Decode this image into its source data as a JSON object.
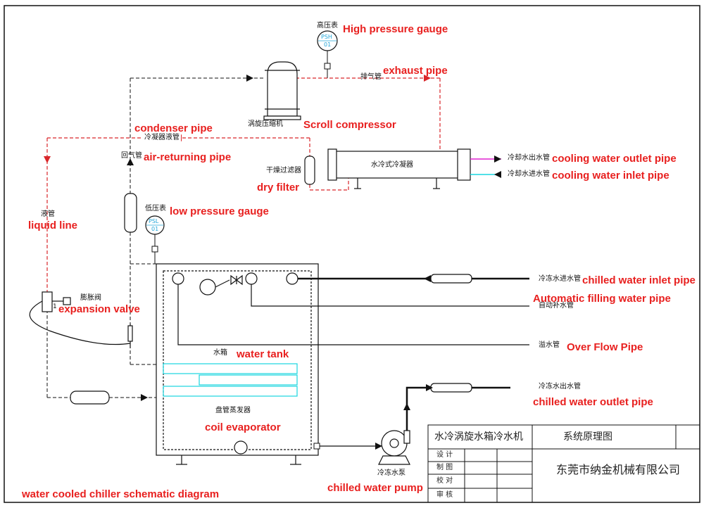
{
  "colors": {
    "annotation": "#e8201f",
    "refrigerant_line": "#d9262a",
    "water_line": "#111111",
    "cooling_outlet": "#e020d0",
    "cooling_inlet": "#19d6e0",
    "gauge_text": "#24a6d8"
  },
  "labels": {
    "high_pressure_gauge": "High pressure gauge",
    "exhaust_pipe": "exhaust pipe",
    "scroll_compressor": "Scroll compressor",
    "condenser_pipe": "condenser  pipe",
    "air_returning_pipe": "air-returning pipe",
    "cooling_water_outlet_pipe": "cooling water outlet pipe",
    "cooling_water_inlet_pipe": "cooling water inlet pipe",
    "dry_filter": "dry filter",
    "low_pressure_gauge": "low pressure gauge",
    "liquid_line": "liquid line",
    "expansion_valve": "expansion valve",
    "chilled_water_inlet_pipe": "chilled water inlet pipe",
    "automatic_filling_water_pipe": "Automatic filling water pipe",
    "over_flow_pipe": "Over Flow Pipe",
    "water_tank": "water tank",
    "chilled_water_outlet_pipe": "chilled water outlet pipe",
    "coil_evaporator": "coil evaporator",
    "chilled_water_pump": "chilled water pump",
    "diagram_caption": "water cooled chiller schematic diagram"
  },
  "cn_labels": {
    "high_pressure_gauge": "高压表",
    "exhaust_pipe": "排气管",
    "scroll_compressor": "涡旋压缩机",
    "condenser_liquid_pipe": "冷凝器液管",
    "air_return_pipe": "回气管",
    "water_cooled_condenser": "水冷式冷凝器",
    "cooling_water_outlet": "冷却水出水管",
    "cooling_water_inlet": "冷却水进水管",
    "dry_filter": "干燥过滤器",
    "low_pressure_gauge": "低压表",
    "liquid_pipe": "液管",
    "expansion_valve": "膨胀阀",
    "chilled_water_inlet": "冷冻水进水管",
    "auto_fill_water": "自动补水管",
    "overflow": "溢水管",
    "water_tank": "水箱",
    "coil_evaporator": "盘管蒸发器",
    "chilled_water_outlet": "冷冻水出水管",
    "chilled_water_pump": "冷冻水泵"
  },
  "gauges": {
    "high": {
      "tag": "PSH",
      "num": "01"
    },
    "low": {
      "tag": "PSL",
      "num": "01"
    }
  },
  "valve_mark": "1",
  "title_block": {
    "product": "水冷涡旋水箱冷水机",
    "drawing": "系统原理图",
    "company": "东莞市纳金机械有限公司",
    "rows": [
      "设  计",
      "制  图",
      "校  对",
      "审  核"
    ]
  }
}
